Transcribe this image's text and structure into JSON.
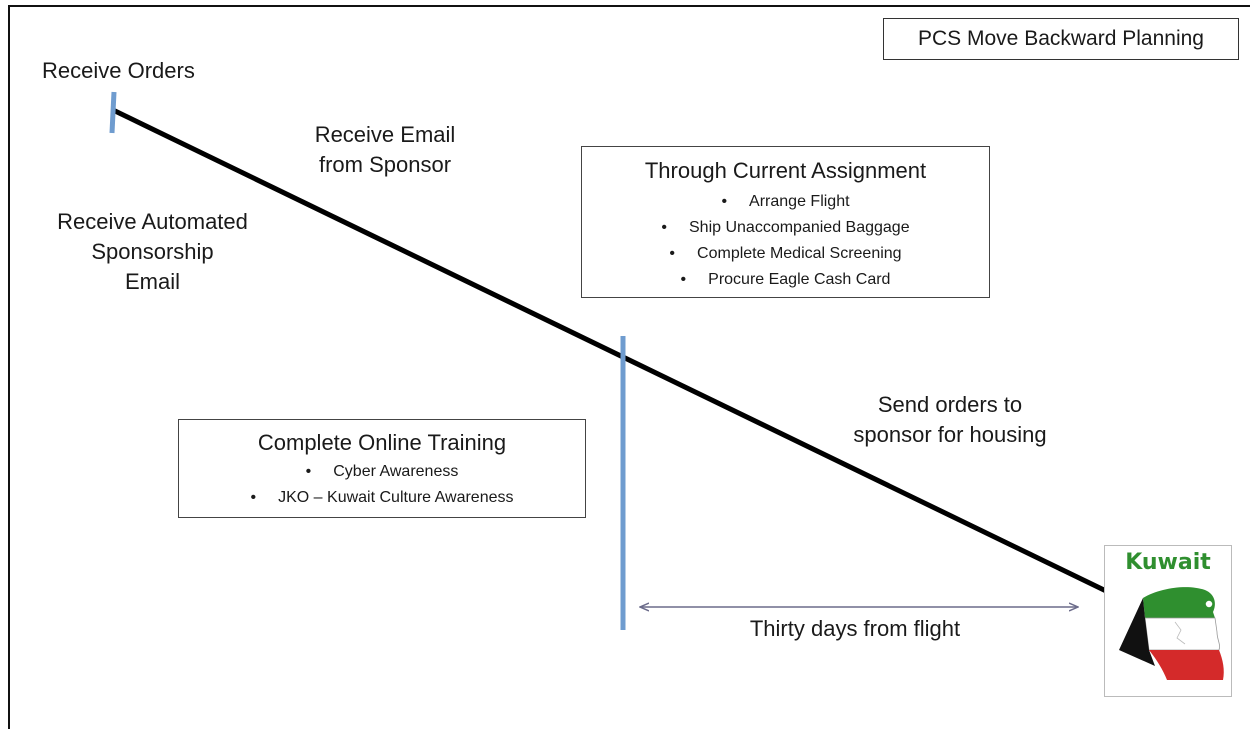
{
  "title": "PCS Move Backward Planning",
  "labels": {
    "receive_orders": "Receive Orders",
    "receive_email_line1": "Receive Email",
    "receive_email_line2": "from Sponsor",
    "automated_line1": "Receive Automated",
    "automated_line2": "Sponsorship",
    "automated_line3": "Email",
    "send_orders_line1": "Send orders to",
    "send_orders_line2": "sponsor for housing",
    "thirty_days": "Thirty days from flight"
  },
  "current_assignment": {
    "title": "Through Current Assignment",
    "items": [
      "Arrange Flight",
      "Ship Unaccompanied Baggage",
      "Complete Medical Screening",
      "Procure Eagle Cash Card"
    ]
  },
  "online_training": {
    "title": "Complete Online Training",
    "items": [
      "Cyber Awareness",
      "JKO – Kuwait Culture Awareness"
    ]
  },
  "logo": {
    "text": "Kuwait"
  },
  "colors": {
    "marker": "#6f9ccf",
    "arrow": "#000000",
    "span_arrow": "#6b6b8a",
    "logo_green": "#2f8f2f",
    "flag_red": "#d42a2a",
    "flag_black": "#111111"
  }
}
